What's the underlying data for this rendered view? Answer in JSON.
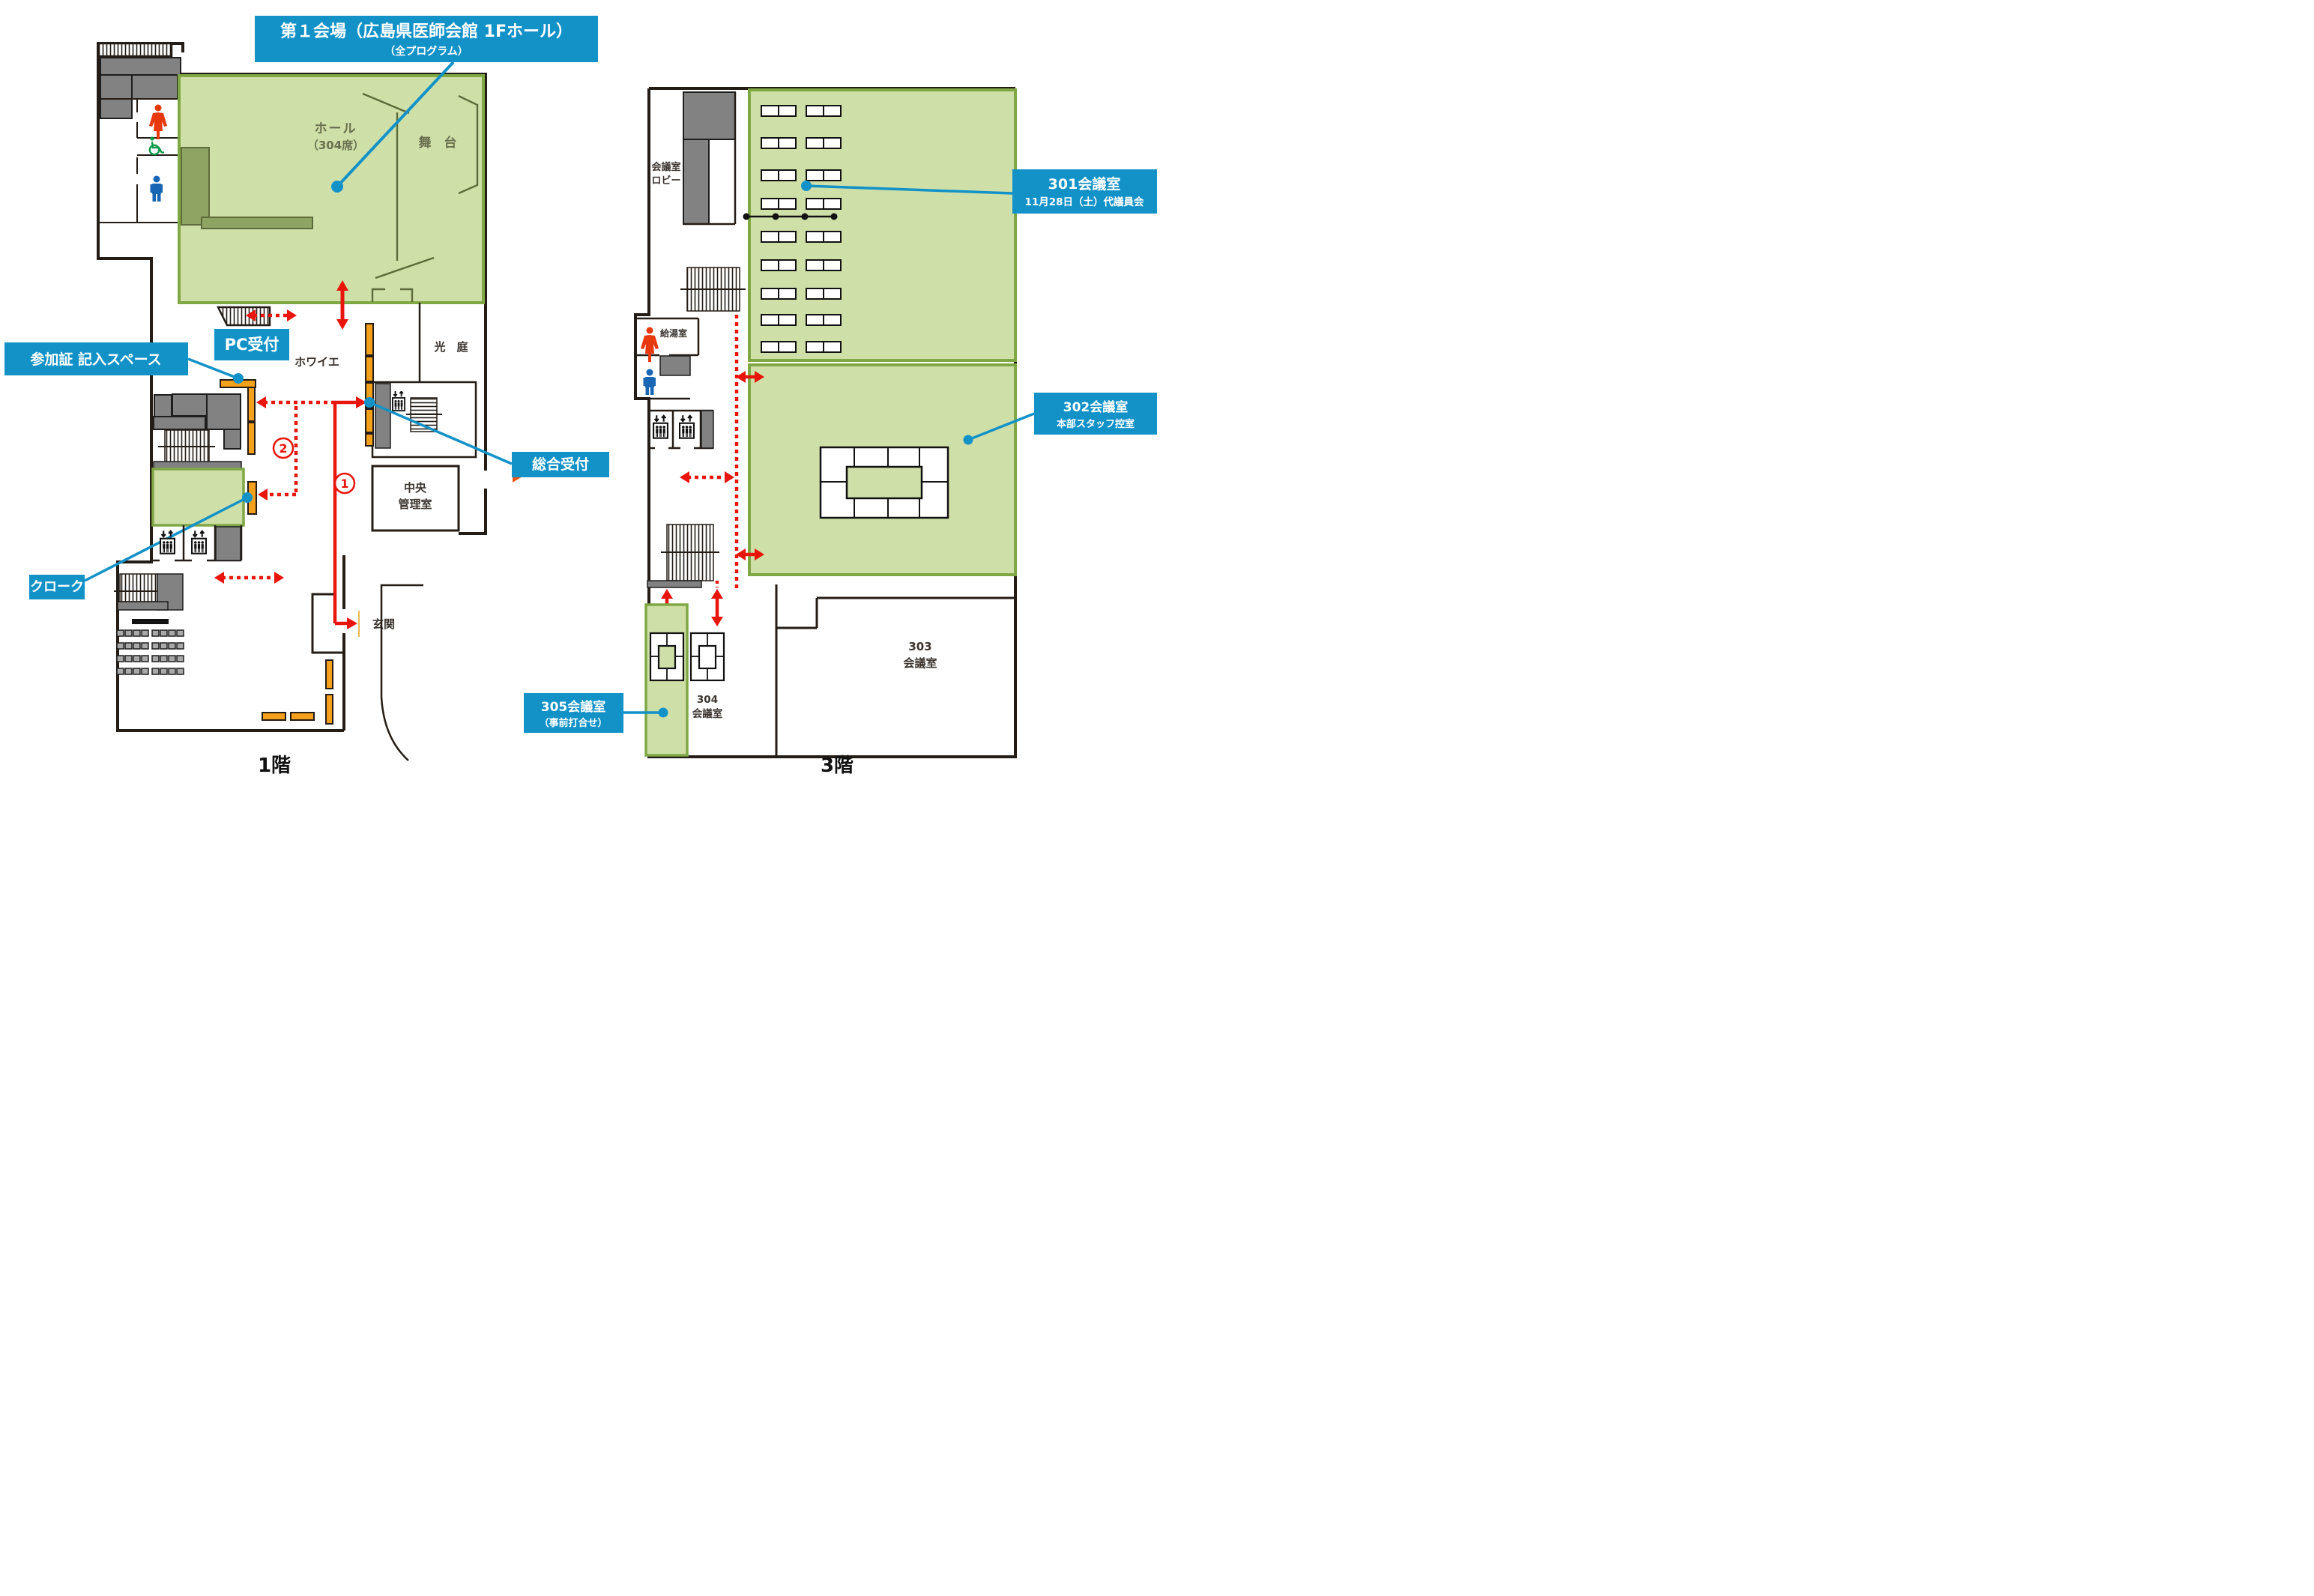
{
  "title": {
    "line1": "第１会場（広島県医師会館 1Fホール）",
    "line2": "（全プログラム）"
  },
  "floor1": {
    "label": "1階",
    "hall_name": "ホール",
    "hall_seats": "（304席）",
    "stage": "舞　台",
    "foyer": "ホワイエ",
    "light_court": "光　庭",
    "central_office_line1": "中央",
    "central_office_line2": "管理室",
    "entrance": "玄関",
    "pc_reception": "PC受付",
    "registration_space": "参加証 記入スペース",
    "general_reception": "総合受付",
    "cloak": "クローク",
    "route1": "1",
    "route2": "2"
  },
  "floor3": {
    "label": "3階",
    "lobby_line1": "会議室",
    "lobby_line2": "ロビー",
    "kitchenette": "給湯室",
    "room301_line1": "301会議室",
    "room301_line2": "11月28日（土）代議員会",
    "room302_line1": "302会議室",
    "room302_line2": "本部スタッフ控室",
    "room303_line1": "303",
    "room303_line2": "会議室",
    "room304_line1": "304",
    "room304_line2": "会議室",
    "room305_line1": "305会議室",
    "room305_line2": "（事前打合せ）"
  },
  "colors": {
    "label_blue": "#1392c8",
    "room_green": "#cfdfa8",
    "room_green_border": "#7fa845",
    "dark_green_block": "#8fa362",
    "desk_orange": "#f5a01b",
    "route_red": "#e8150d",
    "wall": "#241c16",
    "gray": "#828282",
    "woman_red": "#e8380d",
    "man_blue": "#1866b4",
    "wheelchair_green": "#0b9b48"
  }
}
